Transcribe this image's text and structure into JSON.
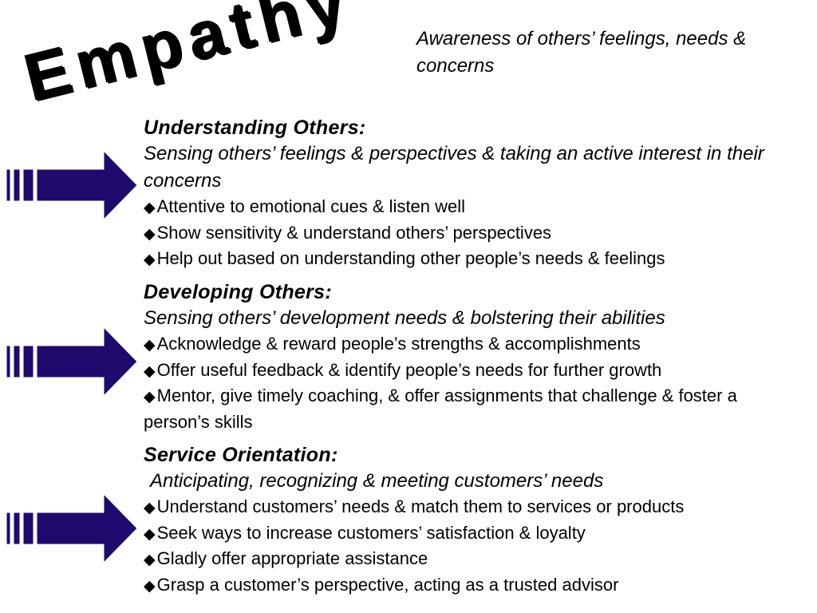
{
  "title": "Empathy",
  "subtitle": "Awareness of others’ feelings, needs & concerns",
  "colors": {
    "arrow_fill": "#1f0a6e",
    "arrow_outline": "#ffffff",
    "text": "#000000"
  },
  "icons": {
    "bullet": "diamond-icon",
    "section_marker": "arrow-right-icon"
  },
  "sections": [
    {
      "heading": "Understanding Others:",
      "description": "Sensing others’ feelings & perspectives & taking an active interest in their concerns",
      "bullets": [
        "Attentive to emotional cues & listen well",
        "Show sensitivity & understand others’ perspectives",
        "Help out based on understanding other people’s needs & feelings"
      ]
    },
    {
      "heading": "Developing Others:",
      "description": "Sensing others’ development needs & bolstering their abilities",
      "bullets": [
        "Acknowledge & reward people’s strengths & accomplishments",
        "Offer useful feedback & identify people’s needs for further growth",
        "Mentor, give timely coaching, & offer assignments that challenge & foster a person’s skills"
      ]
    },
    {
      "heading": "Service Orientation:",
      "description": "Anticipating, recognizing & meeting customers’ needs",
      "bullets": [
        "Understand customers’ needs & match them to services or products",
        "Seek ways to increase customers’ satisfaction & loyalty",
        "Gladly offer appropriate assistance",
        "Grasp a customer’s perspective, acting as a trusted advisor"
      ]
    }
  ]
}
